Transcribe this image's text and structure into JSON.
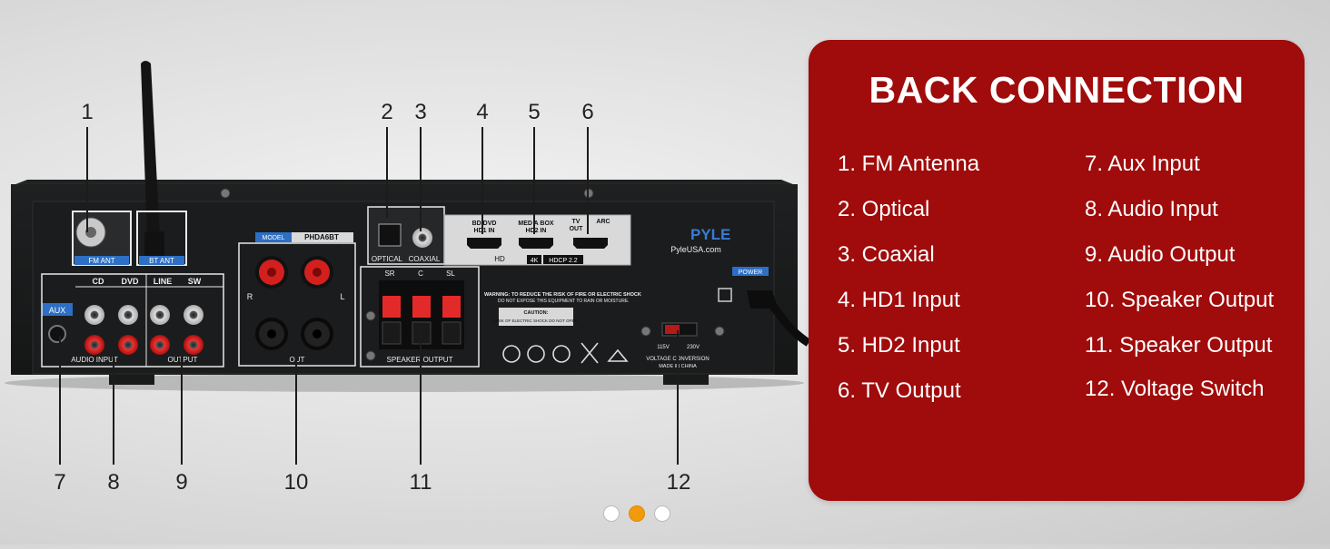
{
  "panel": {
    "title": "BACK CONNECTION",
    "items": [
      "1. FM Antenna",
      "2. Optical",
      "3. Coaxial",
      "4. HD1 Input",
      "5. HD2 Input",
      "6. TV Output",
      "7. Aux Input",
      "8. Audio Input",
      "9. Audio Output",
      "10. Speaker Output",
      "11. Speaker Output",
      "12. Voltage Switch"
    ],
    "bg_color": "#a00b0b"
  },
  "callouts": [
    "1",
    "2",
    "3",
    "4",
    "5",
    "6",
    "7",
    "8",
    "9",
    "10",
    "11",
    "12"
  ],
  "device": {
    "fm_ant": "FM ANT",
    "bt_ant": "BT ANT",
    "optical": "OPTICAL",
    "coaxial": "COAXIAL",
    "hd": "HD",
    "hd1": [
      "BD/DVD",
      "HD1 IN"
    ],
    "hd2": [
      "MED A BOX",
      "HD2 IN"
    ],
    "tv_out": [
      "TV",
      "OUT"
    ],
    "arc": "ARC",
    "k4": "4K",
    "hdcp": "HDCP 2.2",
    "brand": "PYLE",
    "site": "PyleUSA.com",
    "model_label": "MODEL",
    "model": "PHDA6BT",
    "power": "POWER",
    "aux": "AUX",
    "cd": "CD",
    "dvd": "DVD",
    "line": "LINE",
    "sw": "SW",
    "audio_input": "AUDIO INPUT",
    "output": "OUTPUT",
    "out": "OUT",
    "r": "R",
    "l": "L",
    "sr": "SR",
    "c": "C",
    "sl": "SL",
    "speaker_output": "SPEAKER OUTPUT",
    "warning": [
      "WARNING: TO REDUCE THE RISK OF FIRE OR ELECTRIC SHOCK",
      "DO NOT EXPOSE THIS EQUIPMENT TO RAIN OR MOISTURE."
    ],
    "caution": "CAUTION:",
    "caution_text": "RISK OF ELECTRIC SHOCK DO NOT OPEN",
    "v115": "115V",
    "v230": "230V",
    "voltage_conversion": "VOLTAGE CONVERSION",
    "made_in": "MADE IN CHINA"
  },
  "carousel": {
    "count": 3,
    "active_index": 1,
    "active_color": "#f29a0e"
  }
}
